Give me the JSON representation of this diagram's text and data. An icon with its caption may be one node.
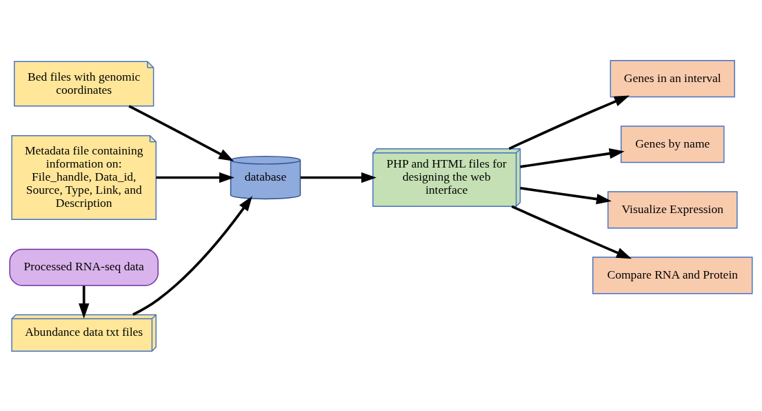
{
  "diagram": {
    "nodes": [
      {
        "text": [
          "Bed files with genomic coordinates"
        ]
      },
      {
        "text": [
          "Metadata file containing information on: File_handle, Data_id, Source, Type, Link, and Description"
        ]
      },
      {
        "text": [
          "Abundance data txt files"
        ]
      },
      {
        "text": [
          "database"
        ]
      },
      {
        "text": [
          "PHP and HTML files for designing the web interface"
        ]
      },
      {
        "text": [
          "Genes in an interval"
        ]
      },
      {
        "text": [
          "Genes by name"
        ]
      },
      {
        "text": [
          "Visualize Expression"
        ]
      },
      {
        "text": [
          "Compare RNA and Protein"
        ]
      },
      {
        "text": [
          "Processed RNA-seq data"
        ]
      }
    ],
    "edges": [
      {
        "from": 0,
        "to": 3,
        "arrow": "to"
      },
      {
        "from": 1,
        "to": 3,
        "arrow": "to"
      },
      {
        "from": 2,
        "to": 3,
        "arrow": "to"
      },
      {
        "from": 3,
        "to": 4,
        "arrow": "to"
      },
      {
        "from": 4,
        "to": 5,
        "arrow": "to"
      },
      {
        "from": 4,
        "to": 6,
        "arrow": "to"
      },
      {
        "from": 4,
        "to": 7,
        "arrow": "to"
      },
      {
        "from": 4,
        "to": 8,
        "arrow": "to"
      },
      {
        "from": 9,
        "to": 2,
        "arrow": "to"
      }
    ]
  }
}
